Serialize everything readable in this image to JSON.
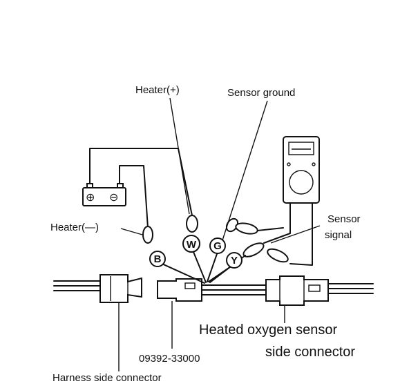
{
  "labels": {
    "heater_plus": "Heater(+)",
    "sensor_ground": "Sensor ground",
    "heater_minus": "Heater(—)",
    "sensor_signal_line1": "Sensor",
    "sensor_signal_line2": "signal",
    "tool_number": "09392-33000",
    "harness_connector": "Harness side connector",
    "oxygen_connector_line1": "Heated oxygen  sensor",
    "oxygen_connector_line2": "side connector"
  },
  "terminals": {
    "b": "B",
    "w": "W",
    "g": "G",
    "y": "Y"
  },
  "battery": {
    "positive": "⊕",
    "negative": "⊖"
  }
}
